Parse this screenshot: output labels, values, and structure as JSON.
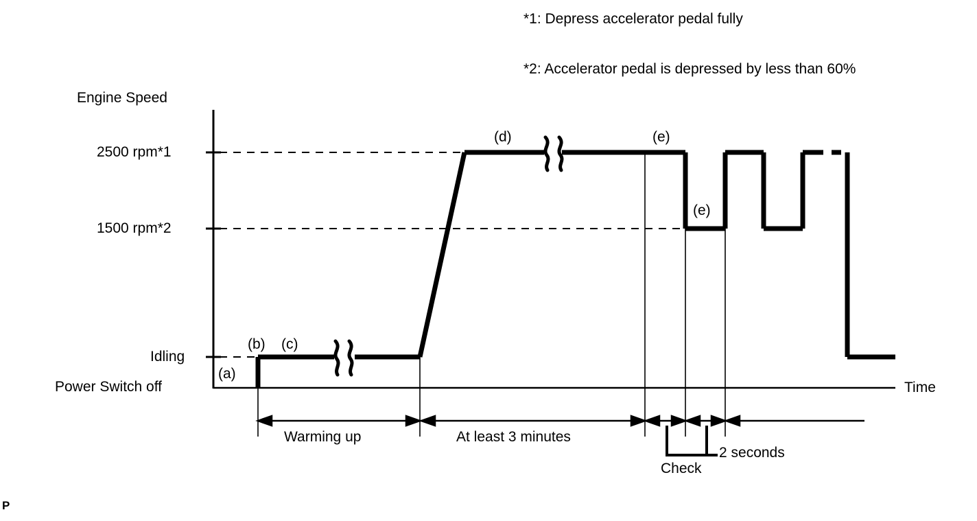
{
  "figure": {
    "id_label": "P",
    "axis_y_title": "Engine Speed",
    "axis_x_title": "Time",
    "notes": [
      "*1: Depress accelerator pedal fully",
      "*2: Accelerator pedal is depressed by less than 60%"
    ],
    "y_ticks": [
      {
        "label": "2500 rpm*1",
        "value": 2500
      },
      {
        "label": "1500 rpm*2",
        "value": 1500
      },
      {
        "label": "Idling",
        "value": 0
      }
    ],
    "baseline_label": "Power Switch off",
    "step_labels": [
      {
        "key": "a",
        "label": "(a)"
      },
      {
        "key": "b",
        "label": "(b)"
      },
      {
        "key": "c",
        "label": "(c)"
      },
      {
        "key": "d",
        "label": "(d)"
      },
      {
        "key": "e1",
        "label": "(e)"
      },
      {
        "key": "e2",
        "label": "(e)"
      }
    ],
    "spans": [
      {
        "label": "Warming up"
      },
      {
        "label": "At least 3 minutes"
      },
      {
        "label": "2 seconds"
      },
      {
        "label": "Check"
      }
    ]
  },
  "chart_data": {
    "type": "line",
    "title": "",
    "xlabel": "Time",
    "ylabel": "Engine Speed",
    "grid": false,
    "legend": false,
    "y_levels": {
      "power_switch_off": 0,
      "idling": 1,
      "1500 rpm*2": 2,
      "2500 rpm*1": 3
    },
    "y_tick_labels": [
      "Power Switch off",
      "Idling",
      "1500 rpm*2",
      "2500 rpm*1"
    ],
    "series": [
      {
        "name": "Engine speed profile",
        "points": [
          {
            "t": 0,
            "level": "power_switch_off",
            "note": "(a) power switch off"
          },
          {
            "t": 1,
            "level": "idling",
            "note": "(b) start engine / idling"
          },
          {
            "t": 2,
            "level": "idling",
            "note": "(c) warming up (time break)"
          },
          {
            "t": 3,
            "level": "2500 rpm*1",
            "note": "(d) raise to 2500 rpm, hold at least 3 minutes (time break)"
          },
          {
            "t": 4,
            "level": "1500 rpm*2",
            "note": "(e) drop to 1500 rpm for 2 seconds"
          },
          {
            "t": 5,
            "level": "2500 rpm*1",
            "note": "back to 2500 rpm"
          },
          {
            "t": 6,
            "level": "1500 rpm*2",
            "note": "drop to 1500 rpm"
          },
          {
            "t": 7,
            "level": "2500 rpm*1",
            "note": "back to 2500 rpm (dashed, repeat)"
          },
          {
            "t": 8,
            "level": "idling",
            "note": "return to idling"
          }
        ]
      }
    ],
    "annotations": [
      "Warming up",
      "At least 3 minutes",
      "Check",
      "2 seconds",
      "*1: Depress accelerator pedal fully",
      "*2: Accelerator pedal is depressed by less than 60%"
    ]
  }
}
